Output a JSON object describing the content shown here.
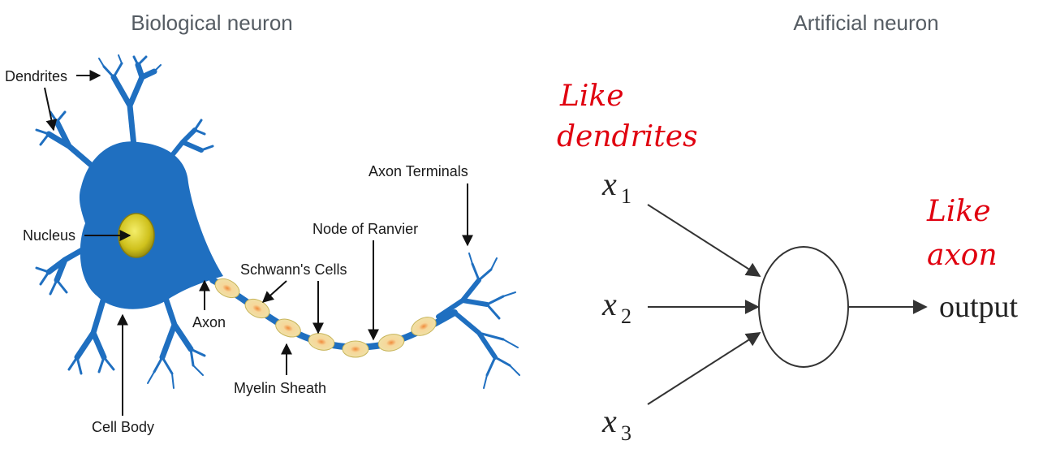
{
  "titles": {
    "biological": "Biological neuron",
    "artificial": "Artificial neuron"
  },
  "biological_labels": {
    "dendrites": "Dendrites",
    "nucleus": "Nucleus",
    "axon": "Axon",
    "cell_body": "Cell Body",
    "schwann_cells": "Schwann's Cells",
    "node_of_ranvier": "Node of Ranvier",
    "axon_terminals": "Axon Terminals",
    "myelin_sheath": "Myelin Sheath"
  },
  "artificial_labels": {
    "input_var": "x",
    "input_indices": [
      "1",
      "2",
      "3"
    ],
    "output": "output"
  },
  "handwritten_notes": {
    "dendrites_note": [
      "Like",
      "dendrites"
    ],
    "axon_note": [
      "Like",
      "axon"
    ]
  },
  "colors": {
    "neuron_body": "#1f6fc0",
    "nucleus": "#d4c81a",
    "myelin": "#f3e6a3",
    "annotation": "#e0000f",
    "title": "#555c63"
  }
}
